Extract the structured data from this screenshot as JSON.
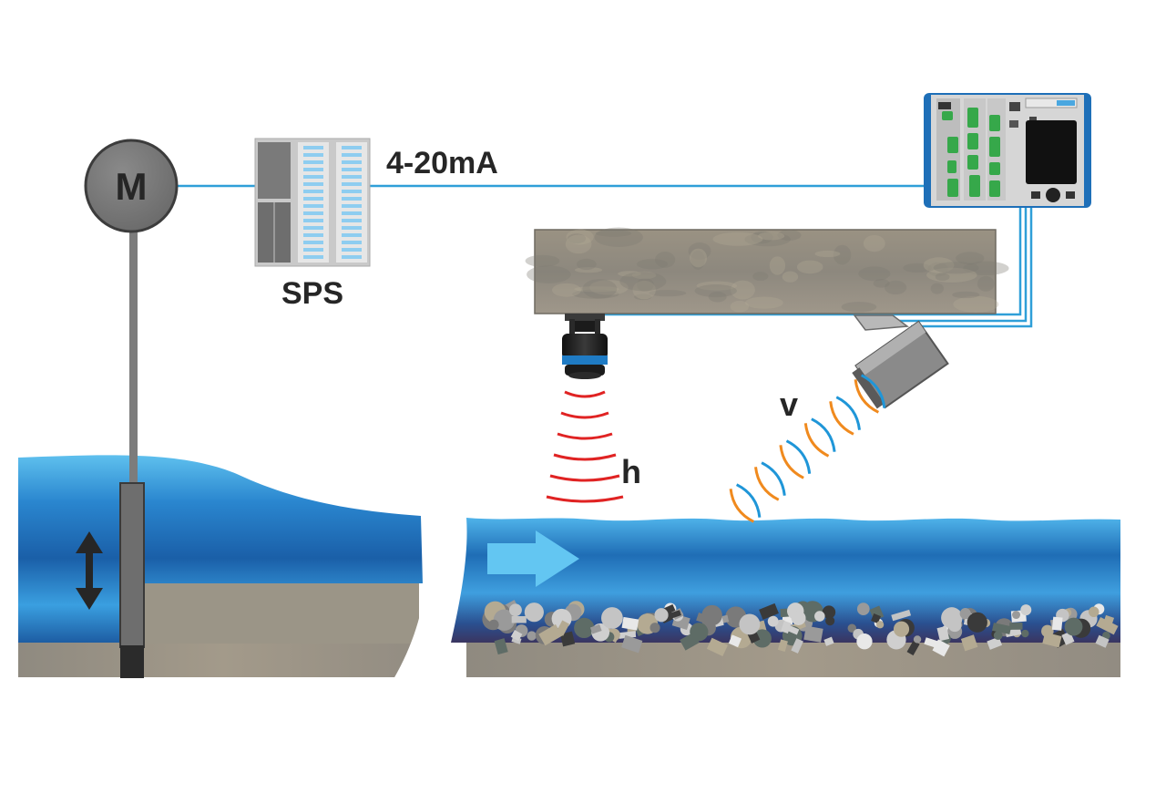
{
  "labels": {
    "motor": "M",
    "plc": "SPS",
    "signal": "4-20mA",
    "level": "h",
    "velocity": "v"
  },
  "colors": {
    "cable": "#2f9fd8",
    "water_dark": "#1a5fa8",
    "water_light": "#4fb3ea",
    "level_wave": "#e02323",
    "radar_wave_orange": "#f08a1e",
    "radar_wave_blue": "#1f96d8",
    "housing_gray": "#8a8a8a",
    "controller_frame": "#1e6fb8",
    "module_green": "#36a84a"
  },
  "icons": {
    "gate_arrow": "double-arrow-vertical-icon",
    "flow_arrow": "arrow-right-icon"
  }
}
